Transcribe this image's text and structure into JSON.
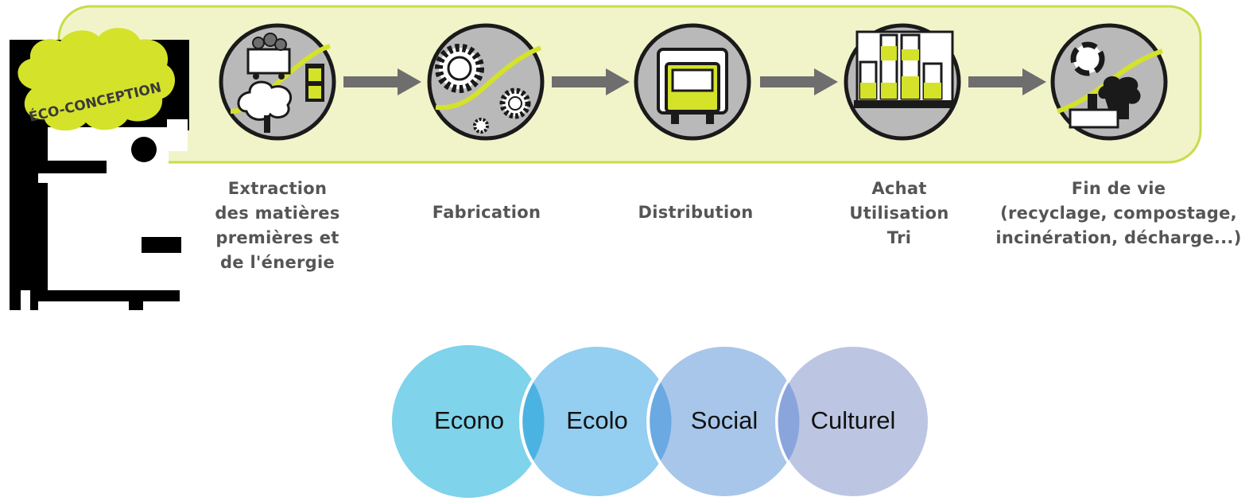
{
  "badge": {
    "label": "ÉCO-CONCEPTION"
  },
  "stages": [
    {
      "id": "extraction",
      "icon": "mine-cart-tree-icon",
      "label": "Extraction\ndes matières\npremières et\nde l'énergie"
    },
    {
      "id": "fabrication",
      "icon": "gears-icon",
      "label": "Fabrication"
    },
    {
      "id": "distribution",
      "icon": "truck-icon",
      "label": "Distribution"
    },
    {
      "id": "achat",
      "icon": "store-shelf-icon",
      "label": "Achat\nUtilisation\nTri"
    },
    {
      "id": "fin-de-vie",
      "icon": "recycle-icon",
      "label": "Fin de vie\n(recyclage, compostage,\nincinération, décharge...)"
    }
  ],
  "venn": [
    {
      "label": "Econo",
      "color": "#7fd3eb"
    },
    {
      "label": "Ecolo",
      "color": "#8ecbef"
    },
    {
      "label": "Social",
      "color": "#a3c3e8"
    },
    {
      "label": "Culturel",
      "color": "#b8c3e2"
    }
  ],
  "colors": {
    "accent": "#d4e22a",
    "panel": "#f1f4c9",
    "panel_border": "#c9db4a",
    "icon_gray": "#b9b9b9",
    "arrow": "#6e6e6e"
  }
}
